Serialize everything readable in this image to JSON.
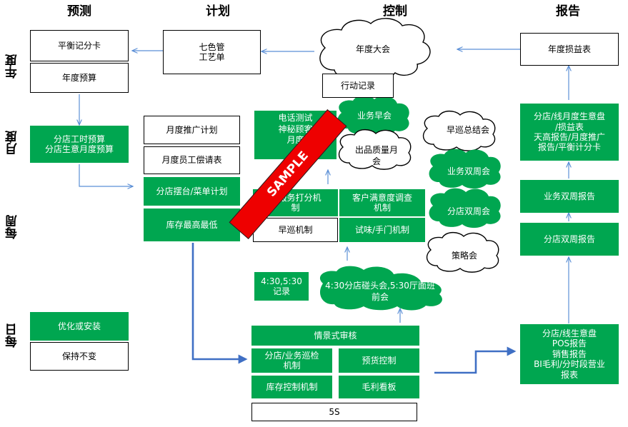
{
  "columns": [
    "预测",
    "计划",
    "控制",
    "报告"
  ],
  "rows": [
    "年度",
    "月度",
    "每周",
    "每日"
  ],
  "boxes": {
    "balanced_scorecard": "平衡记分卡",
    "annual_budget": "年度预算",
    "store_hours_budget": [
      "分店工时预算",
      "分店生意月度预算"
    ],
    "seven_color": [
      "七色管",
      "工艺单"
    ],
    "monthly_promo_plan": "月度推广计划",
    "monthly_staff_request": "月度员工偿请表",
    "store_display_plan": "分店摆台/菜单计划",
    "inventory_max_min": "库存最高最低",
    "annual_meeting": "年度大会",
    "action_record": "行动记录",
    "phone_test": [
      "电话测试",
      "神秘顾客",
      "月度"
    ],
    "business_morning": "业务早会",
    "morning_patrol_summary": "早巡总结会",
    "product_quality": [
      "出品质量月",
      "会"
    ],
    "business_biweekly": "业务双周会",
    "service_scoring": [
      "高服务打分机",
      "制"
    ],
    "customer_satisfaction": [
      "客户满意度调查",
      "机制"
    ],
    "store_biweekly": "分店双周会",
    "morning_patrol": "早巡机制",
    "tasting": "试味/手门机制",
    "strategy_meeting": "策略会",
    "record_430": [
      "4:30,5:30",
      "记录"
    ],
    "store_meeting": [
      "4:30分店碰头会,5:30厅面班",
      "前会"
    ],
    "scenario_audit": "情景式审核",
    "store_patrol": [
      "分店/业务巡检",
      "机制"
    ],
    "prepaid_control": "预货控制",
    "inventory_control": "库存控制机制",
    "gross_margin": "毛利看板",
    "five_s": "5S",
    "optimize_install": "优化或安装",
    "keep_unchanged": "保持不变",
    "annual_pl": "年度损益表",
    "monthly_report": [
      "分店/线月度生意盘",
      "/损益表",
      "天高报告/月度推广",
      "报告/平衡计分卡"
    ],
    "business_biweekly_report": "业务双周报告",
    "store_biweekly_report": "分店双周报告",
    "daily_report": [
      "分店/线生意盘",
      "POS报告",
      "销售报告",
      "BI毛利/分时段营业",
      "报表"
    ]
  },
  "watermark": "SAMPLE",
  "colors": {
    "green": "#00a650",
    "arrow_light": "#5b8fd6",
    "arrow_dark": "#3f6fc4",
    "stamp_red": "#ee0000"
  }
}
